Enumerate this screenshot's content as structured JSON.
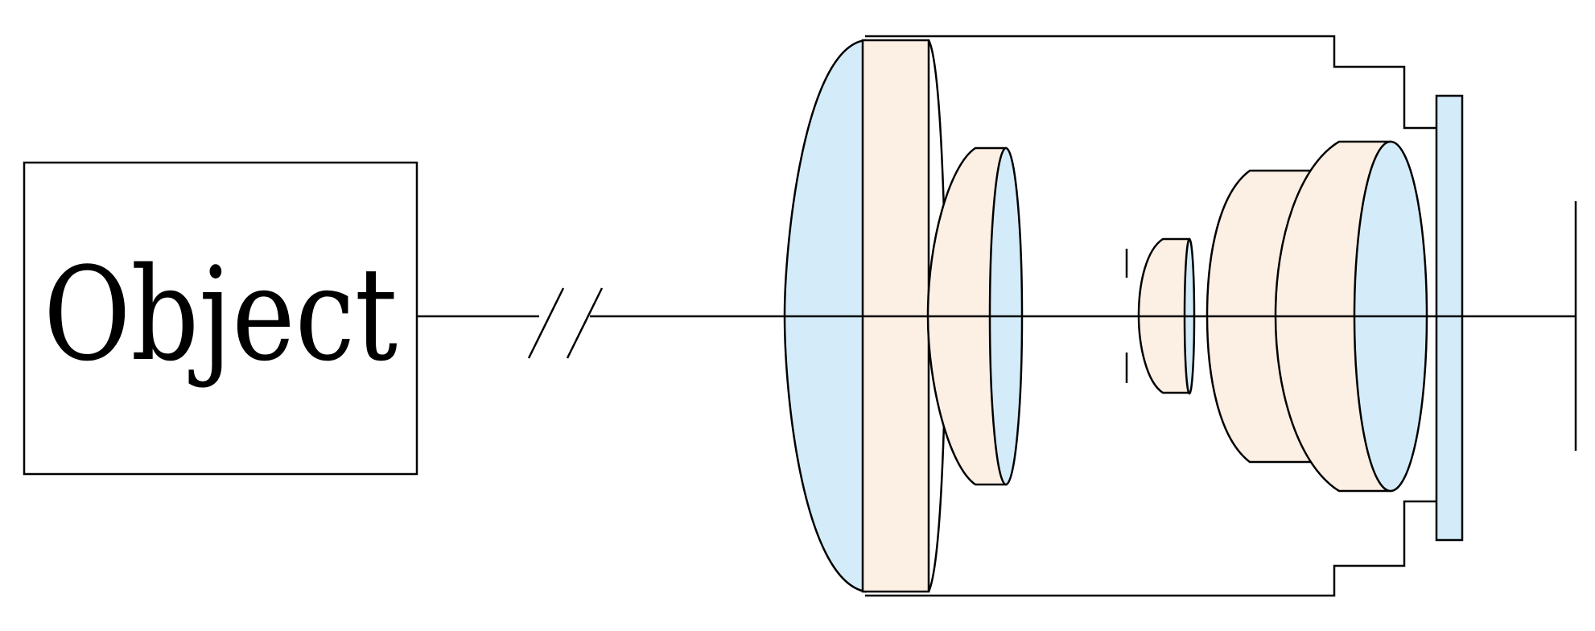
{
  "object": {
    "label": "Object"
  },
  "colors": {
    "line": "#000000",
    "glass_blue": "#d4ecfa",
    "glass_peach": "#fcefe3",
    "background": "#ffffff"
  },
  "elements": [
    "object-box",
    "optical-axis",
    "axis-break-marks",
    "lens-barrel",
    "front-lens-element",
    "second-lens-group",
    "aperture-stop",
    "small-lens-element",
    "rear-lens-group",
    "cover-glass",
    "image-plane"
  ]
}
